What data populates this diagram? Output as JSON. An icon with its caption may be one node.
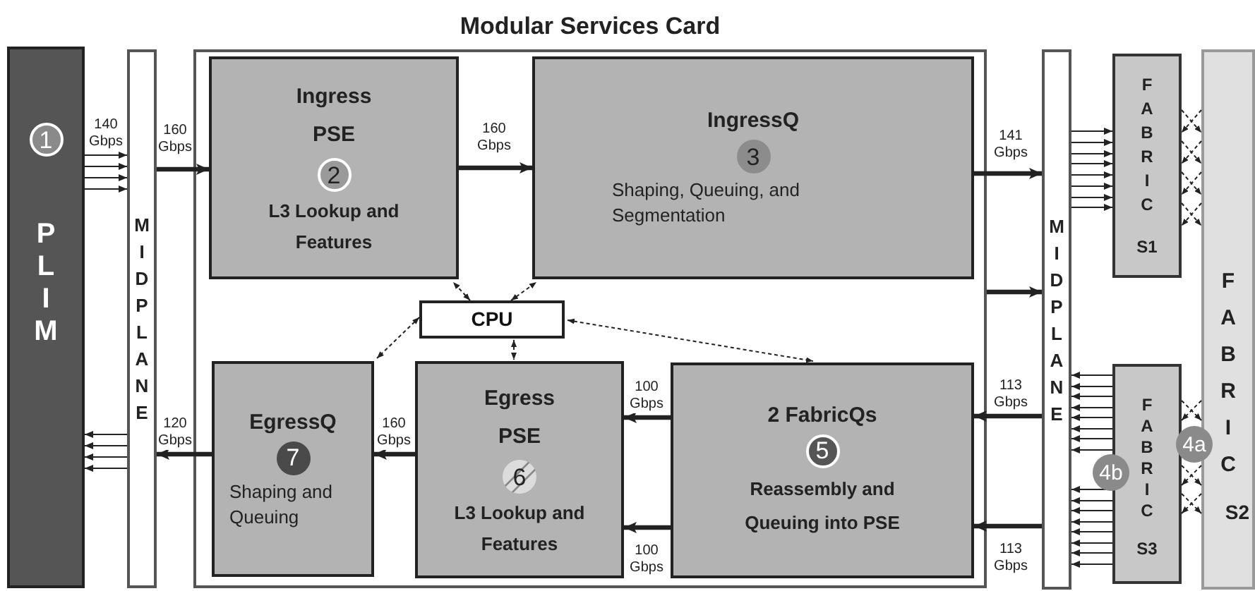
{
  "diagram": {
    "nodes": [
      {
        "text": [
          "1",
          "PLIM"
        ]
      },
      {
        "text": [
          "MIDPLANE"
        ]
      },
      {
        "text": [
          "Modular Services Card"
        ]
      },
      {
        "text": [
          "Ingress PSE",
          "2",
          "L3 Lookup and Features"
        ],
        "in": 2
      },
      {
        "text": [
          "IngressQ",
          "3",
          "Shaping, Queuing, and Segmentation"
        ],
        "in": 2
      },
      {
        "text": [
          "CPU"
        ],
        "in": 2
      },
      {
        "text": [
          "EgressQ",
          "7",
          "Shaping and Queuing"
        ],
        "in": 2
      },
      {
        "text": [
          "Egress PSE",
          "6",
          "L3 Lookup and Features"
        ],
        "in": 2
      },
      {
        "text": [
          "2 FabricQs",
          "5",
          "Reassembly and Queuing into PSE"
        ],
        "in": 2
      },
      {
        "text": [
          "MIDPLANE"
        ]
      },
      {
        "text": [
          "FABRIC",
          "S1"
        ]
      },
      {
        "text": [
          "FABRIC",
          "S2"
        ]
      },
      {
        "text": [
          "FABRIC",
          "S3"
        ]
      }
    ],
    "edges": [
      {
        "from": 0,
        "to": 1,
        "arrow": "to",
        "label": "140 Gbps"
      },
      {
        "from": 0,
        "to": 1,
        "arrow": "to"
      },
      {
        "from": 0,
        "to": 1,
        "arrow": "to"
      },
      {
        "from": 0,
        "to": 1,
        "arrow": "to"
      },
      {
        "from": 1,
        "to": 3,
        "arrow": "to",
        "label": "160 Gbps",
        "style": "thick"
      },
      {
        "from": 3,
        "to": 4,
        "arrow": "to",
        "label": "160 Gbps",
        "style": "thick"
      },
      {
        "from": 4,
        "to": 9,
        "arrow": "to",
        "label": "141 Gbps",
        "style": "thick"
      },
      {
        "from": 2,
        "to": 9,
        "arrow": "to",
        "style": "thick"
      },
      {
        "from": 9,
        "to": 10,
        "arrow": "to"
      },
      {
        "from": 9,
        "to": 10,
        "arrow": "to"
      },
      {
        "from": 9,
        "to": 10,
        "arrow": "to"
      },
      {
        "from": 9,
        "to": 10,
        "arrow": "to"
      },
      {
        "from": 9,
        "to": 10,
        "arrow": "to"
      },
      {
        "from": 9,
        "to": 10,
        "arrow": "to"
      },
      {
        "from": 9,
        "to": 10,
        "arrow": "to"
      },
      {
        "from": 9,
        "to": 10,
        "arrow": "to"
      },
      {
        "from": 10,
        "to": 11,
        "arrow": "to",
        "style": "dashed"
      },
      {
        "from": 10,
        "to": 11,
        "arrow": "to",
        "style": "dashed"
      },
      {
        "from": 10,
        "to": 11,
        "arrow": "to",
        "style": "dashed"
      },
      {
        "from": 10,
        "to": 11,
        "arrow": "to",
        "style": "dashed"
      },
      {
        "from": 11,
        "to": 10,
        "arrow": "to",
        "style": "dashed"
      },
      {
        "from": 11,
        "to": 10,
        "arrow": "to",
        "style": "dashed"
      },
      {
        "from": 11,
        "to": 10,
        "arrow": "to",
        "style": "dashed"
      },
      {
        "from": 11,
        "to": 10,
        "arrow": "to",
        "style": "dashed"
      },
      {
        "from": 12,
        "to": 11,
        "arrow": "to",
        "style": "dashed"
      },
      {
        "from": 12,
        "to": 11,
        "arrow": "to",
        "style": "dashed"
      },
      {
        "from": 12,
        "to": 11,
        "arrow": "to",
        "style": "dashed"
      },
      {
        "from": 11,
        "to": 12,
        "arrow": "to",
        "style": "dashed"
      },
      {
        "from": 11,
        "to": 12,
        "arrow": "to",
        "style": "dashed"
      },
      {
        "from": 11,
        "to": 12,
        "arrow": "to",
        "style": "dashed"
      },
      {
        "from": 12,
        "to": 9,
        "arrow": "to"
      },
      {
        "from": 12,
        "to": 9,
        "arrow": "to"
      },
      {
        "from": 12,
        "to": 9,
        "arrow": "to"
      },
      {
        "from": 12,
        "to": 9,
        "arrow": "to"
      },
      {
        "from": 12,
        "to": 9,
        "arrow": "to"
      },
      {
        "from": 12,
        "to": 9,
        "arrow": "to"
      },
      {
        "from": 12,
        "to": 9,
        "arrow": "to"
      },
      {
        "from": 12,
        "to": 9,
        "arrow": "to"
      },
      {
        "from": 12,
        "to": 9,
        "arrow": "to"
      },
      {
        "from": 12,
        "to": 9,
        "arrow": "to"
      },
      {
        "from": 12,
        "to": 9,
        "arrow": "to"
      },
      {
        "from": 12,
        "to": 9,
        "arrow": "to"
      },
      {
        "from": 12,
        "to": 9,
        "arrow": "to"
      },
      {
        "from": 12,
        "to": 9,
        "arrow": "to"
      },
      {
        "from": 12,
        "to": 9,
        "arrow": "to"
      },
      {
        "from": 12,
        "to": 9,
        "arrow": "to"
      },
      {
        "from": 9,
        "to": 8,
        "arrow": "to",
        "label": "113 Gbps",
        "style": "thick"
      },
      {
        "from": 9,
        "to": 8,
        "arrow": "to",
        "label": "113 Gbps",
        "style": "thick"
      },
      {
        "from": 8,
        "to": 7,
        "arrow": "to",
        "label": "100 Gbps",
        "style": "thick"
      },
      {
        "from": 8,
        "to": 7,
        "arrow": "to",
        "label": "100 Gbps",
        "style": "thick"
      },
      {
        "from": 7,
        "to": 6,
        "arrow": "to",
        "label": "160 Gbps",
        "style": "thick"
      },
      {
        "from": 6,
        "to": 1,
        "arrow": "to",
        "label": "120 Gbps",
        "style": "thick"
      },
      {
        "from": 1,
        "to": 0,
        "arrow": "to"
      },
      {
        "from": 1,
        "to": 0,
        "arrow": "to"
      },
      {
        "from": 1,
        "to": 0,
        "arrow": "to"
      },
      {
        "from": 1,
        "to": 0,
        "arrow": "to"
      },
      {
        "from": 5,
        "to": 3,
        "arrow": "both",
        "style": "dashed"
      },
      {
        "from": 5,
        "to": 4,
        "arrow": "both",
        "style": "dashed"
      },
      {
        "from": 5,
        "to": 6,
        "arrow": "both",
        "style": "dashed"
      },
      {
        "from": 5,
        "to": 7,
        "arrow": "both",
        "style": "dashed"
      },
      {
        "from": 5,
        "to": 8,
        "arrow": "both",
        "style": "dashed"
      }
    ],
    "labels": [
      "4a",
      "4b"
    ]
  }
}
